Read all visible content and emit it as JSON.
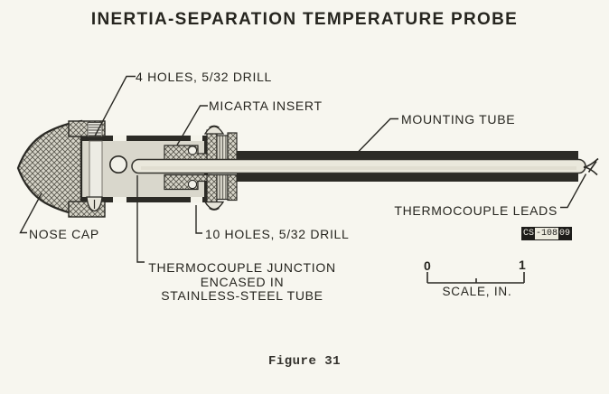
{
  "title": "INERTIA-SEPARATION TEMPERATURE PROBE",
  "figure_caption": "Figure 31",
  "callouts": {
    "four_holes": "4 HOLES, 5/32 DRILL",
    "micarta_insert": "MICARTA INSERT",
    "mounting_tube": "MOUNTING TUBE",
    "nose_cap": "NOSE CAP",
    "ten_holes": "10 HOLES, 5/32 DRILL",
    "thermocouple_junction_line1": "THERMOCOUPLE JUNCTION",
    "thermocouple_junction_line2": "ENCASED IN",
    "thermocouple_junction_line3": "STAINLESS-STEEL TUBE",
    "thermocouple_leads": "THERMOCOUPLE LEADS"
  },
  "photo_id": {
    "full": "CS-10809",
    "seg_left": "CS",
    "seg_mid": "-108",
    "seg_right": "09"
  },
  "scale_bar": {
    "start_value": "0",
    "end_value": "1",
    "caption": "SCALE, IN."
  },
  "colors": {
    "paper": "#f7f6ef",
    "ink": "#2a2924",
    "body_fill": "#d9d7cc",
    "hatch_fill": "#d6d4c8",
    "tube_fill": "#eae8dc",
    "tube_wall": "#2c2b26"
  }
}
